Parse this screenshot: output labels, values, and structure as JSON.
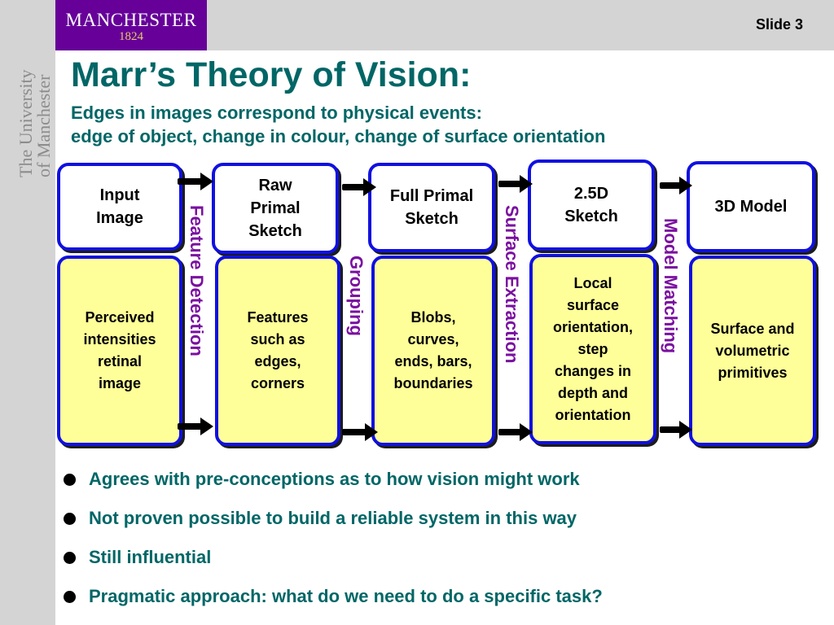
{
  "header": {
    "logo_name": "MANCHESTER",
    "logo_year": "1824",
    "side_logo_line1": "The University",
    "side_logo_line2": "of Manchester",
    "slide_number": "Slide 3"
  },
  "title": "Marr’s Theory of Vision:",
  "subtitle_line1": "Edges in images correspond to physical events:",
  "subtitle_line2": "edge of object, change in colour, change of surface orientation",
  "diagram": {
    "stages": [
      {
        "label_lines": [
          "Input",
          "Image"
        ],
        "description_lines": [
          "Perceived",
          "intensities",
          "retinal",
          "image"
        ]
      },
      {
        "label_lines": [
          "Raw",
          "Primal",
          "Sketch"
        ],
        "description_lines": [
          "Features",
          "such as",
          "edges,",
          "corners"
        ]
      },
      {
        "label_lines": [
          "Full Primal",
          "Sketch"
        ],
        "description_lines": [
          "Blobs,",
          "curves,",
          "ends, bars,",
          "boundaries"
        ]
      },
      {
        "label_lines": [
          "2.5D",
          "Sketch"
        ],
        "description_lines": [
          "Local",
          "surface",
          "orientation,",
          "step",
          "changes in",
          "depth and",
          "orientation"
        ]
      },
      {
        "label_lines": [
          "3D Model"
        ],
        "description_lines": [
          "Surface and",
          "volumetric",
          "primitives"
        ]
      }
    ],
    "transitions": [
      "Feature Detection",
      "Grouping",
      "Surface Extraction",
      "Model Matching"
    ]
  },
  "bullets": [
    "Agrees with pre-conceptions as to how vision might work",
    "Not proven possible to build a reliable system in this way",
    "Still influential",
    "Pragmatic approach: what do we need to do a specific task?"
  ],
  "colors": {
    "title": "#006666",
    "logo_bg": "#660099",
    "box_border": "#1010e0",
    "box_fill_lower": "#ffff99",
    "transition_label": "#7a0fa0"
  }
}
